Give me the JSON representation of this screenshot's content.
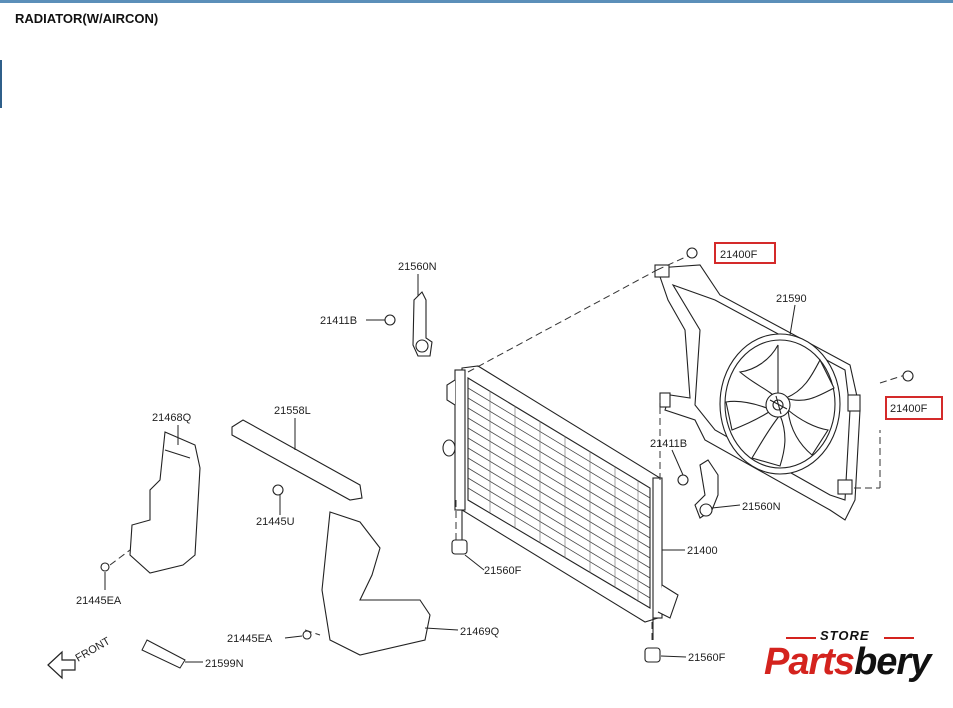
{
  "title": "RADIATOR(W/AIRCON)",
  "labels": {
    "l21560n_top": "21560N",
    "l21411b_left": "21411B",
    "l21400f_top": "21400F",
    "l21590": "21590",
    "l21400f_right": "21400F",
    "l21468q": "21468Q",
    "l21558l": "21558L",
    "l21411b_right": "21411B",
    "l21560n_right": "21560N",
    "l21445u": "21445U",
    "l21400": "21400",
    "l21560f_mid": "21560F",
    "l21445ea_left": "21445EA",
    "l21445ea_mid": "21445EA",
    "l21469q": "21469Q",
    "l21599n": "21599N",
    "l21560f_bottom": "21560F",
    "front": "FRONT"
  },
  "highlight_color": "#d42a2a",
  "logo": {
    "store": "STORE",
    "brand_a": "Parts",
    "brand_b": "bery",
    "accent_color": "#d4231e"
  }
}
